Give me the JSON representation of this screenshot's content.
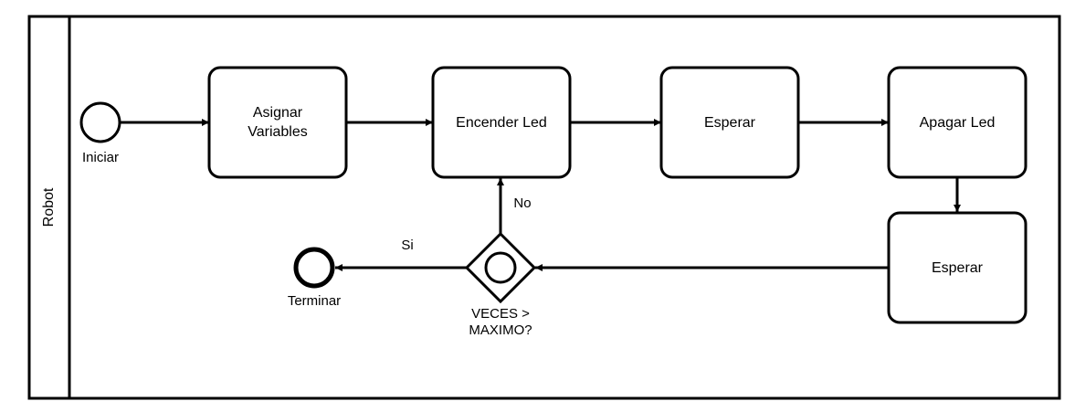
{
  "pool": {
    "label": "Robot"
  },
  "events": {
    "start": {
      "label": "Iniciar"
    },
    "end": {
      "label": "Terminar"
    }
  },
  "tasks": {
    "assign": {
      "line1": "Asignar",
      "line2": "Variables"
    },
    "led_on": {
      "label": "Encender Led"
    },
    "wait1": {
      "label": "Esperar"
    },
    "led_off": {
      "label": "Apagar Led"
    },
    "wait2": {
      "label": "Esperar"
    }
  },
  "gateway": {
    "line1": "VECES >",
    "line2": "MAXIMO?"
  },
  "flows": {
    "yes_label": "Si",
    "no_label": "No"
  }
}
